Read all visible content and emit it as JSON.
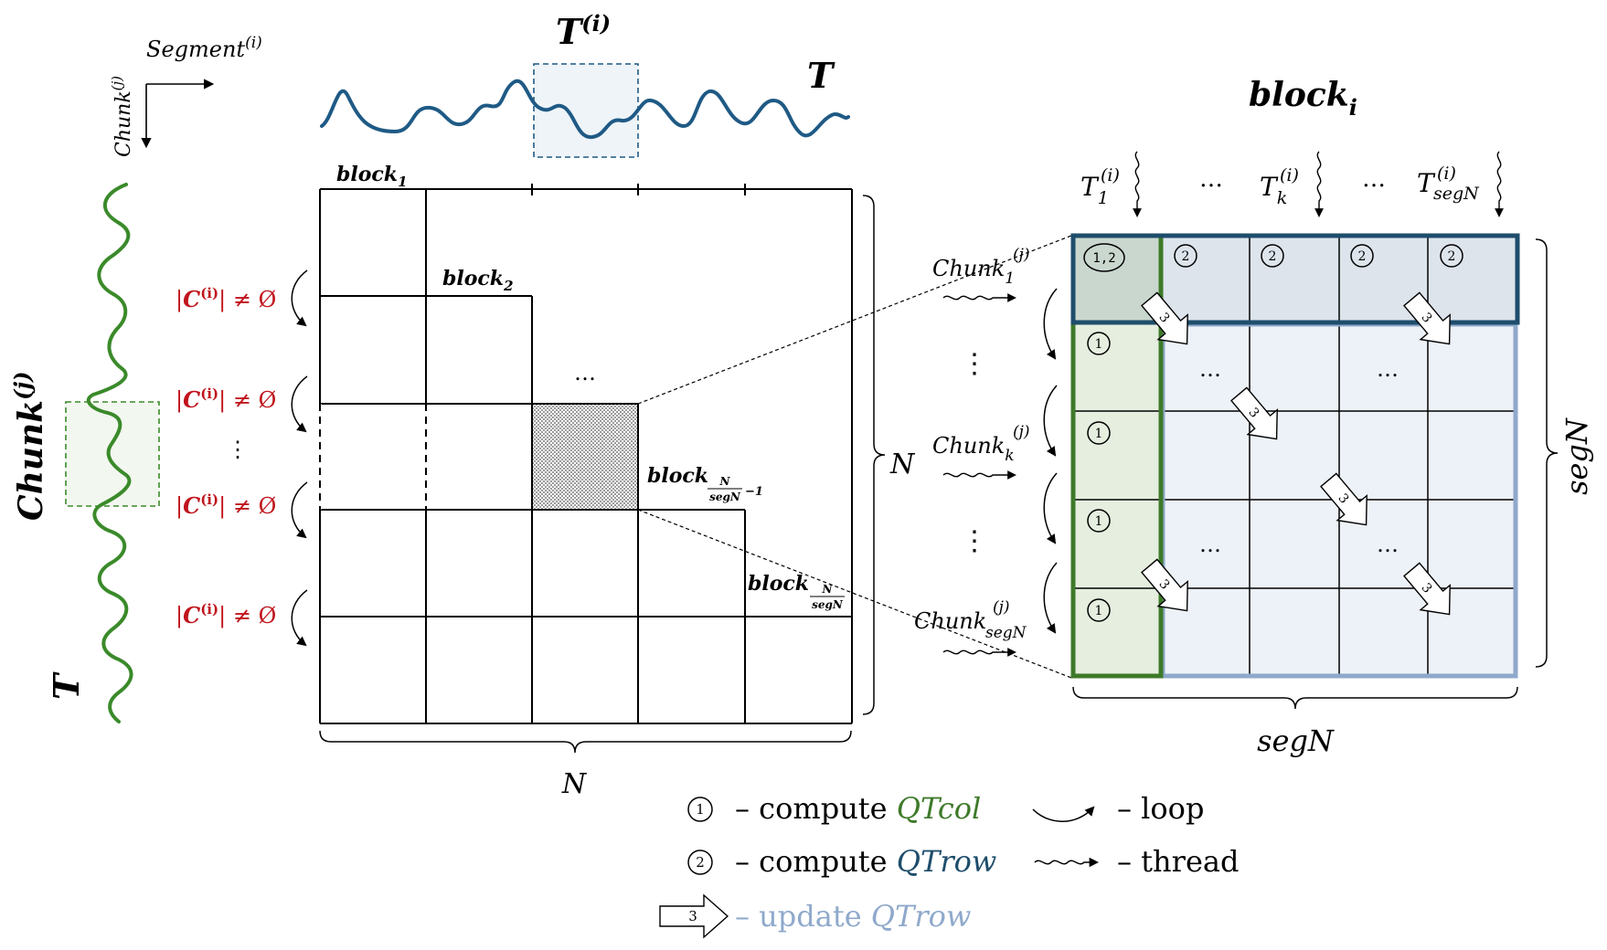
{
  "colors": {
    "series_blue": "#1f5a85",
    "series_green": "#3a8a2a",
    "ineq_red": "#c0141c",
    "qtcol_green": "#3e7a29",
    "qtrow_navy": "#1e4d6b",
    "update_lightblue": "#8fa9cb",
    "col_fill": "#e5eedf",
    "row_fill": "#dde4ec",
    "body_fill": "#edf2f8",
    "corner_fill": "#c9d7cf"
  },
  "axes": {
    "segment": "Segment",
    "segment_sup": "(i)",
    "chunk": "Chunk",
    "chunk_sup": "(j)"
  },
  "top_series": {
    "label": "T",
    "window_label": "T",
    "window_sup": "(i)"
  },
  "left_series": {
    "label": "T",
    "chunk_label": "Chunk",
    "chunk_sup": "(j)"
  },
  "matrix": {
    "block1": "block",
    "block1_sub": "1",
    "block2": "block",
    "block2_sub": "2",
    "ellipsis": "…",
    "blockA": "block",
    "blockA_sub_num": "N",
    "blockA_sub_den": "segN",
    "blockA_sub_tail": "−1",
    "blockB": "block",
    "blockB_sub_num": "N",
    "blockB_sub_den": "segN",
    "n_right": "N",
    "n_bottom": "N",
    "cond_main": "C",
    "cond_sup": "(i)",
    "cond_tail": "≠ Ø",
    "vdots": "⋮"
  },
  "block_detail": {
    "title": "block",
    "title_sub": "i",
    "cols": [
      {
        "label": "T",
        "sub": "1",
        "sup": "(i)"
      },
      {
        "label": "T",
        "sub": "k",
        "sup": "(i)"
      },
      {
        "label": "T",
        "sub": "segN",
        "sup": "(i)"
      }
    ],
    "col_dots": "…",
    "rows": [
      {
        "label": "Chunk",
        "sub": "1",
        "sup": "(j)"
      },
      {
        "label": "Chunk",
        "sub": "k",
        "sup": "(j)"
      },
      {
        "label": "Chunk",
        "sub": "segN",
        "sup": "(j)"
      }
    ],
    "row_dots": "⋮",
    "cell_dots": "…",
    "corner_badge": "1,2",
    "row_badge": "2",
    "col_badge": "1",
    "arrow_badge": "3",
    "seg_bottom": "segN",
    "seg_right": "segN"
  },
  "legend": {
    "item1_badge": "1",
    "item1_dash": "– compute ",
    "item1_term": "QTcol",
    "item2_badge": "2",
    "item2_dash": "– compute ",
    "item2_term": "QTrow",
    "item3_badge": "3",
    "item3_dash": "– update ",
    "item3_term": "QTrow",
    "loop": "– loop",
    "thread": "– thread"
  }
}
